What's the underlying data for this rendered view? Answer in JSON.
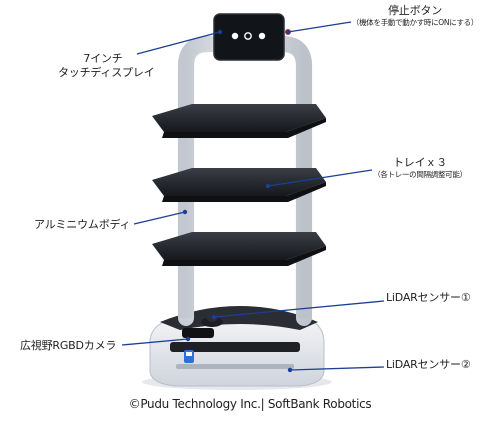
{
  "labels": {
    "display": {
      "line1": "7インチ",
      "line2": "タッチディスプレイ"
    },
    "stop_button": {
      "title": "停止ボタン",
      "note": "（機体を手動で動かす時にONにする）"
    },
    "trays": {
      "title": "トレイｘ３",
      "note": "（各トレーの間隔調整可能）"
    },
    "body": {
      "title": "アルミニウムボディ"
    },
    "lidar1": {
      "title": "LiDARセンサー①"
    },
    "camera": {
      "title": "広視野RGBDカメラ"
    },
    "lidar2": {
      "title": "LiDARセンサー②"
    }
  },
  "credit": "©Pudu Technology Inc.| SoftBank Robotics",
  "colors": {
    "leader_line": "#1b3f95",
    "frame": "#e9ebef",
    "tray": "#1c1f24",
    "screen": "#111418",
    "base_brand": "#2f6fd6"
  },
  "icons": [
    "robot-screen-face-icon",
    "base-logo-icon"
  ]
}
